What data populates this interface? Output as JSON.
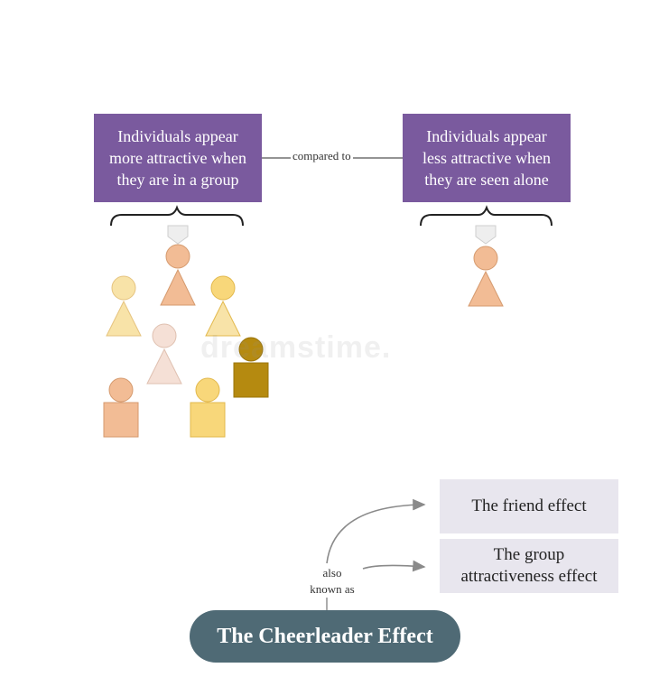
{
  "diagram": {
    "left_box": {
      "text": "Individuals appear\nmore attractive when\nthey are in a group"
    },
    "connector_label": "compared to",
    "right_box": {
      "text": "Individuals appear\nless attractive when\nthey are seen alone"
    },
    "aka_label": "also\nknown as",
    "aliases": [
      {
        "text": "The friend effect"
      },
      {
        "text": "The group\nattractiveness effect"
      }
    ],
    "main_label": "The Cheerleader Effect",
    "watermark": "dreamstime."
  },
  "colors": {
    "box_fill": "#7a5a9e",
    "alias_fill": "#e8e6ee",
    "pill_fill": "#4f6a75",
    "figure_peach": "#f2bc95",
    "figure_cream": "#f8e3a8",
    "figure_light": "#f5e0d6",
    "figure_yellow": "#f8d77a",
    "figure_gold": "#b58a10"
  }
}
